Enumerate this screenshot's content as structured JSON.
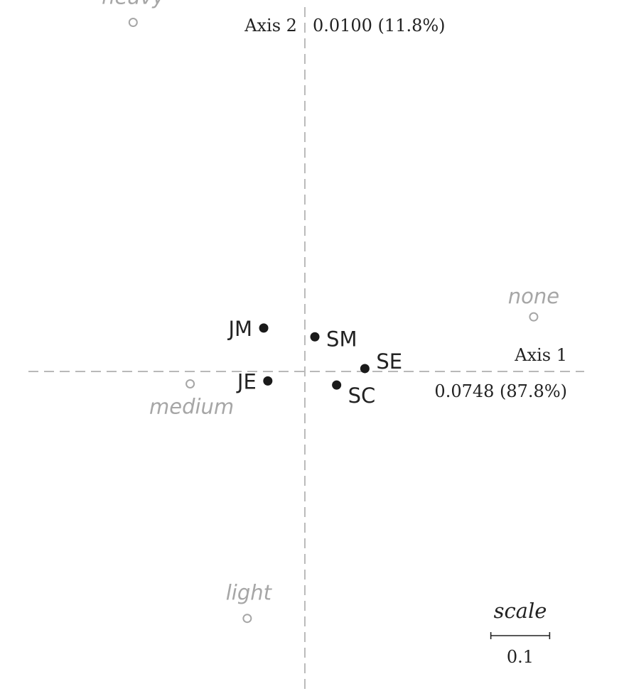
{
  "chart_data": {
    "type": "scatter",
    "axis1": {
      "name": "Axis 1",
      "inertia": "0.0748 (87.8%)"
    },
    "axis2": {
      "name": "Axis 2",
      "inertia": "0.0100 (11.8%)"
    },
    "xlim": [
      -0.47,
      0.47
    ],
    "ylim": [
      -0.54,
      0.62
    ],
    "grid": false,
    "series": [
      {
        "points": [
          {
            "label": "JM",
            "x": -0.07,
            "y": 0.074
          },
          {
            "label": "SM",
            "x": 0.017,
            "y": 0.059
          },
          {
            "label": "SE",
            "x": 0.102,
            "y": 0.005
          },
          {
            "label": "JE",
            "x": -0.063,
            "y": -0.016
          },
          {
            "label": "SC",
            "x": 0.054,
            "y": -0.023
          }
        ]
      },
      {
        "points": [
          {
            "label": "heavy",
            "x": -0.292,
            "y": 0.594
          },
          {
            "label": "none",
            "x": 0.389,
            "y": 0.093
          },
          {
            "label": "medium",
            "x": -0.195,
            "y": -0.021
          },
          {
            "label": "light",
            "x": -0.098,
            "y": -0.42
          }
        ]
      }
    ],
    "scale": {
      "title": "scale",
      "value": "0.1",
      "length": 0.1
    },
    "colors": {
      "row_points": "#1a1a1a",
      "column_points": "#a6a6a6",
      "axes": "#aaaaaa"
    }
  }
}
